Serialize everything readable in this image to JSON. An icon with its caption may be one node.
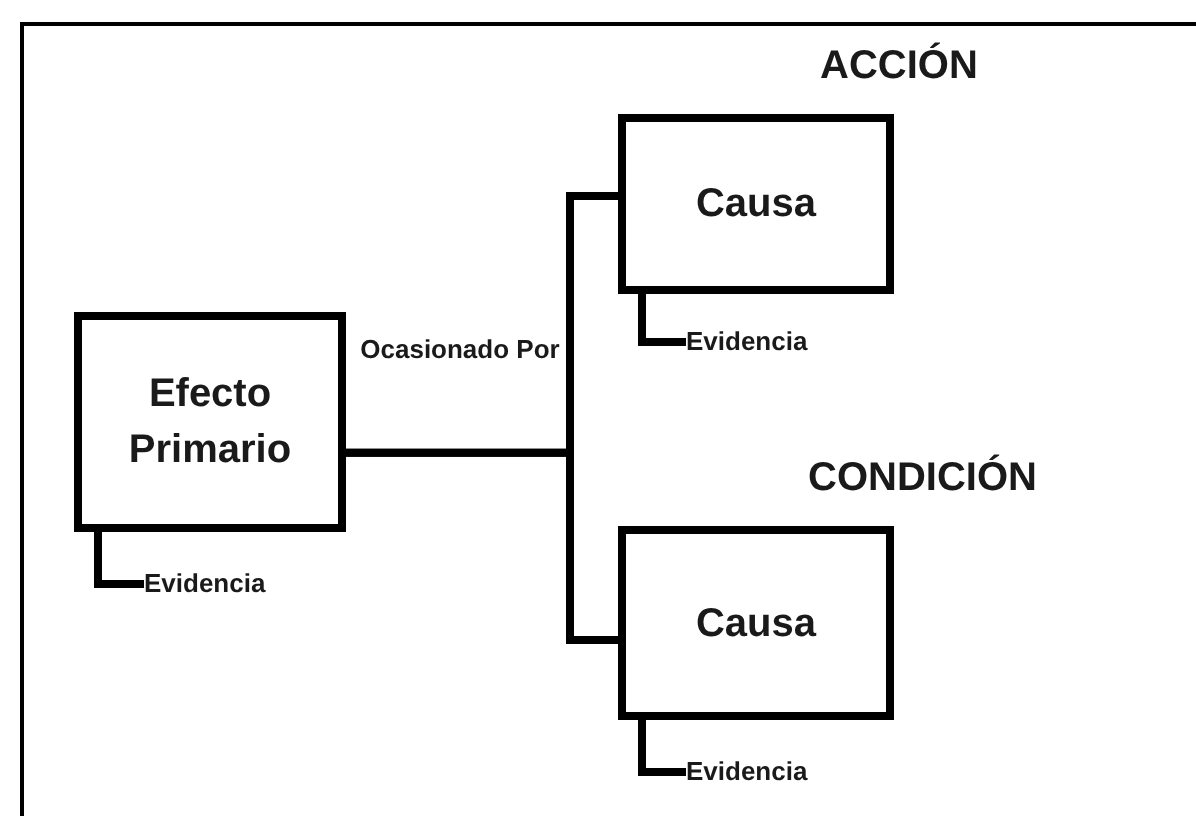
{
  "diagram": {
    "nodes": [
      {
        "text": [
          "Efecto Primario"
        ]
      },
      {
        "text": [
          "Causa"
        ],
        "beside": [
          "ACCIÓN"
        ]
      },
      {
        "text": [
          "Causa"
        ],
        "beside": [
          "CONDICIÓN"
        ]
      },
      {
        "text": [
          "Evidencia"
        ]
      },
      {
        "text": [
          "Evidencia"
        ]
      },
      {
        "text": [
          "Evidencia"
        ]
      }
    ],
    "edges": [
      {
        "from": 0,
        "to": 1,
        "arrow": "none",
        "label": "Ocasionado Por"
      },
      {
        "from": 0,
        "to": 2,
        "arrow": "none"
      },
      {
        "from": 0,
        "to": 3,
        "arrow": "none"
      },
      {
        "from": 1,
        "to": 4,
        "arrow": "none"
      },
      {
        "from": 2,
        "to": 5,
        "arrow": "none"
      }
    ]
  }
}
